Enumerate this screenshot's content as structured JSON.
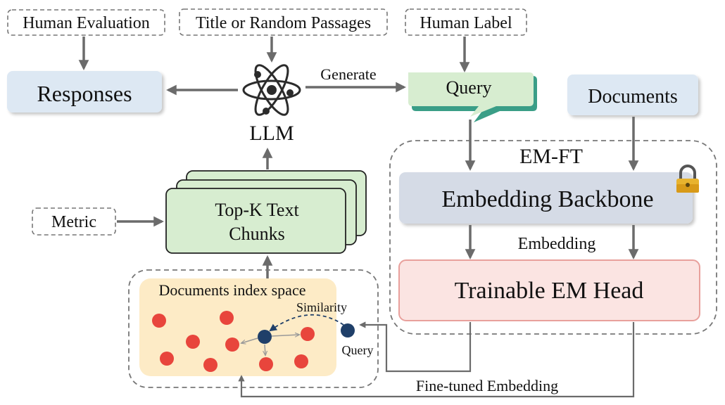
{
  "top_labels": {
    "human_evaluation": "Human Evaluation",
    "title_passages": "Title or Random Passages",
    "human_label": "Human Label"
  },
  "responses": "Responses",
  "llm": "LLM",
  "generate": "Generate",
  "query_box": "Query",
  "documents_box": "Documents",
  "em_ft": "EM-FT",
  "embedding_backbone": "Embedding Backbone",
  "embedding_label": "Embedding",
  "trainable_head": "Trainable EM Head",
  "top_k": {
    "line1": "Top-K Text",
    "line2": "Chunks"
  },
  "metric": "Metric",
  "index_space": {
    "title": "Documents index space",
    "similarity": "Similarity",
    "query": "Query"
  },
  "fine_tuned_embedding": "Fine-tuned Embedding",
  "colors": {
    "light_blue": "#dde8f3",
    "gray_blue": "#d5dbe6",
    "green": "#d7edd0",
    "green_dark": "#7ebf9c",
    "pink": "#fbe4e2",
    "pink_border": "#e8a09c",
    "peach": "#fdebc6",
    "red_dot": "#e8453c",
    "navy_dot": "#1f3f69",
    "arrow": "#6b6b6b"
  },
  "icons": {
    "llm": "atom-icon",
    "lock": "lock-icon"
  }
}
